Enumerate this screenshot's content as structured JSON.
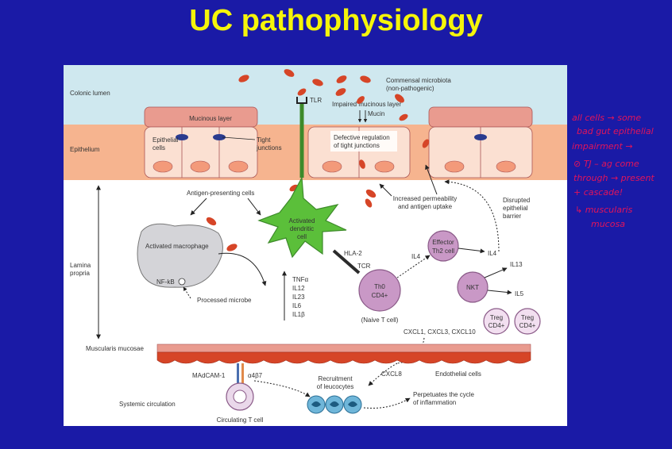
{
  "title": "UC pathophysiology",
  "figure": {
    "regions": {
      "colonic_lumen": "Colonic lumen",
      "epithelium": "Epithelium",
      "lamina_propria_1": "Lamina",
      "lamina_propria_2": "propria",
      "muscularis_mucosae": "Muscularis mucosae",
      "systemic_circulation": "Systemic circulation"
    },
    "labels": {
      "commensal_1": "Commensal microbiota",
      "commensal_2": "(non-pathogenic)",
      "tlr": "TLR",
      "impaired_mucous": "Impaired mucinous layer",
      "mucin": "Mucin",
      "mucinous_layer": "Mucinous layer",
      "epithelial_cells_1": "Epithelial",
      "epithelial_cells_2": "cells",
      "tight_junctions_1": "Tight",
      "tight_junctions_2": "junctions",
      "defective_1": "Defective regulation",
      "defective_2": "of tight junctions",
      "apc": "Antigen-presenting cells",
      "increased_perm_1": "Increased permeability",
      "increased_perm_2": "and antigen uptake",
      "disrupted_1": "Disrupted",
      "disrupted_2": "epithelial",
      "disrupted_3": "barrier",
      "dc_1": "Activated",
      "dc_2": "dendritic",
      "dc_3": "cell",
      "macrophage": "Activated macrophage",
      "nfkb": "NF-kB",
      "processed_microbe": "Processed microbe",
      "hla2": "HLA-2",
      "tcr": "TCR",
      "th0_1": "Th0",
      "th0_2": "CD4+",
      "naive_t": "(Naive T cell)",
      "effector_1": "Effector",
      "effector_2": "Th2 cell",
      "il4_a": "IL4",
      "il4_b": "IL4",
      "il13": "IL13",
      "nkt": "NKT",
      "il5": "IL5",
      "treg_1": "Treg",
      "treg_2": "CD4+",
      "cytokines": [
        "TNFα",
        "IL12",
        "IL23",
        "IL6",
        "IL1β"
      ],
      "cxcl_list": "CXCL1, CXCL3, CXCL10",
      "madcam": "MAdCAM-1",
      "a4b7": "α4β7",
      "recruitment_1": "Recruitment",
      "recruitment_2": "of leucocytes",
      "cxcl8": "CXCL8",
      "endothelial": "Endothelial cells",
      "perpetuates_1": "Perpetuates the cycle",
      "perpetuates_2": "of inflammation",
      "circulating_t": "Circulating T cell"
    }
  },
  "annotations": [
    "all cells → some",
    "bad gut epithelial",
    "impairment →",
    "⊘ TJ – ag come",
    "through → present",
    "+ cascade!",
    "↳ muscularis",
    "mucosa"
  ],
  "colors": {
    "background": "#1a1aa6",
    "title": "#f5f50a",
    "lumen": "#cfe8ef",
    "epithelium_band": "#f6b48f",
    "mucus": "#e99b8f",
    "cell_fill": "#fbe0d2",
    "nucleus": "#f39a7a",
    "bacteria": "#d64527",
    "dendritic": "#5bbf3a",
    "t_cell": "#c998c6",
    "macrophage": "#d4d4d8",
    "handwriting": "#e2145a"
  }
}
